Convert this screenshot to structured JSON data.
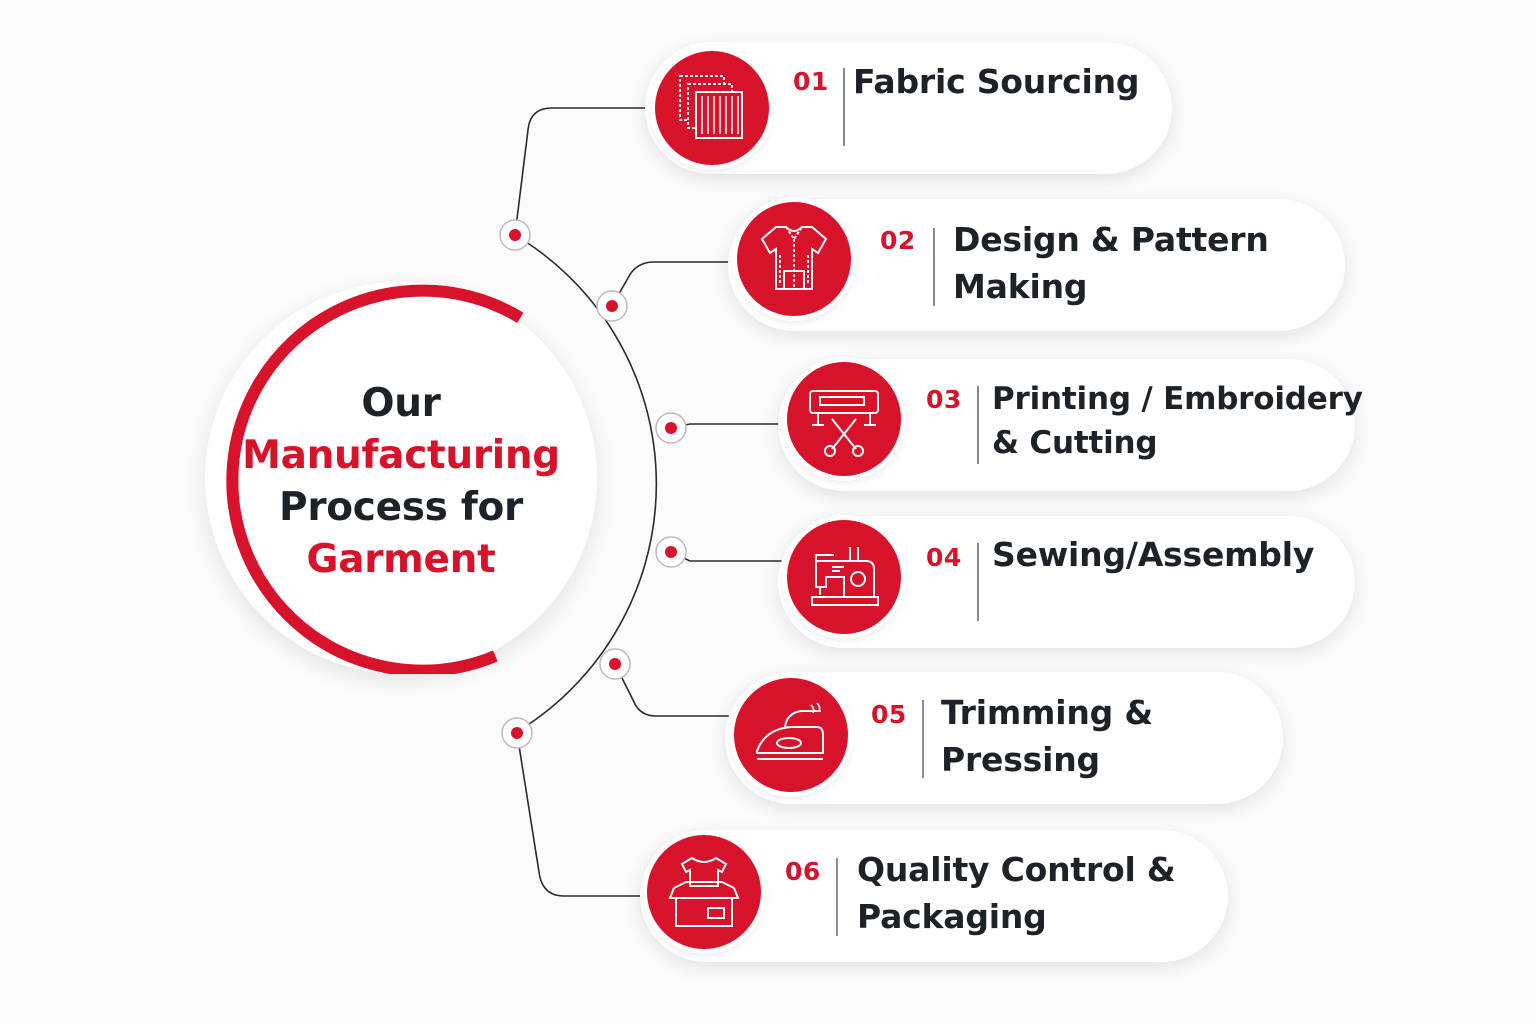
{
  "hub": {
    "line1": "Our",
    "line2": "Manufacturing",
    "line3": "Process for",
    "line4": "Garment"
  },
  "colors": {
    "accent": "#d6132a",
    "text": "#1d2228",
    "background": "#fbfbfb"
  },
  "steps": [
    {
      "number": "01",
      "label": "Fabric Sourcing",
      "icon": "fabric-swatches-icon"
    },
    {
      "number": "02",
      "label": "Design & Pattern\nMaking",
      "icon": "shirt-pattern-icon"
    },
    {
      "number": "03",
      "label": "Printing / Embroidery\n& Cutting",
      "icon": "printer-scissors-icon"
    },
    {
      "number": "04",
      "label": "Sewing/Assembly",
      "icon": "sewing-machine-icon"
    },
    {
      "number": "05",
      "label": "Trimming &\nPressing",
      "icon": "iron-icon"
    },
    {
      "number": "06",
      "label": "Quality Control &\nPackaging",
      "icon": "tshirt-box-icon"
    }
  ]
}
